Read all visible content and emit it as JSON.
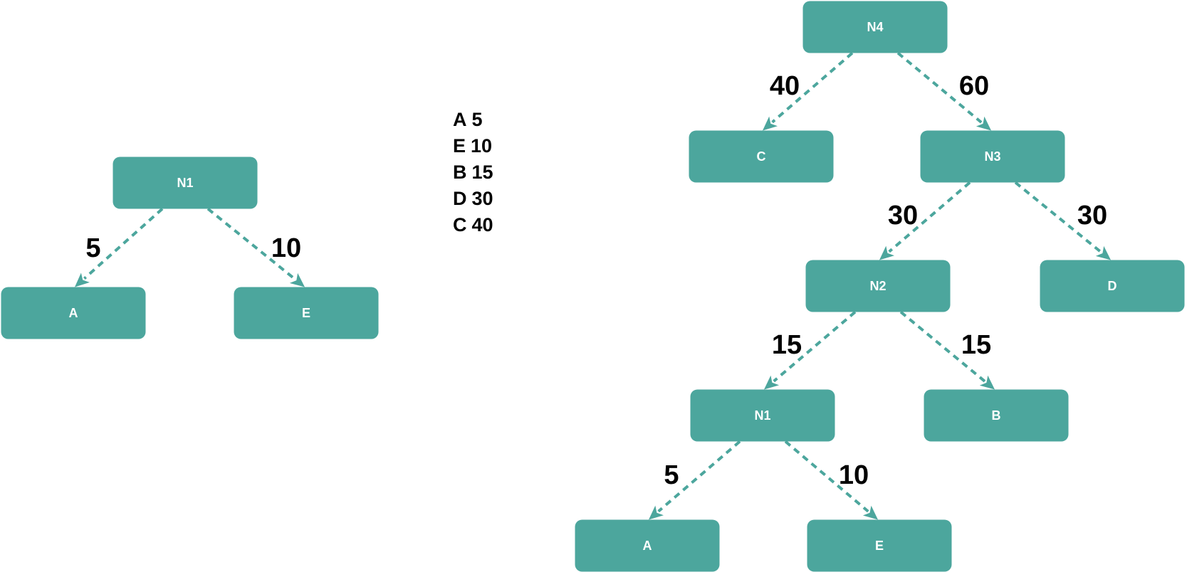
{
  "colors": {
    "node_fill": "#4ca69d",
    "node_text": "#ffffff",
    "edge": "#4ca69d",
    "label": "#000000"
  },
  "frequency_table": [
    {
      "symbol": "A",
      "value": "5"
    },
    {
      "symbol": "E",
      "value": "10"
    },
    {
      "symbol": "B",
      "value": "15"
    },
    {
      "symbol": "D",
      "value": "30"
    },
    {
      "symbol": "C",
      "value": "40"
    }
  ],
  "small_tree": {
    "nodes": [
      {
        "id": "s_n1",
        "label": "N1"
      },
      {
        "id": "s_a",
        "label": "A"
      },
      {
        "id": "s_e",
        "label": "E"
      }
    ],
    "edges": [
      {
        "from": "s_n1",
        "to": "s_a",
        "weight": "5"
      },
      {
        "from": "s_n1",
        "to": "s_e",
        "weight": "10"
      }
    ]
  },
  "large_tree": {
    "nodes": [
      {
        "id": "n4",
        "label": "N4"
      },
      {
        "id": "c",
        "label": "C"
      },
      {
        "id": "n3",
        "label": "N3"
      },
      {
        "id": "n2",
        "label": "N2"
      },
      {
        "id": "d",
        "label": "D"
      },
      {
        "id": "n1",
        "label": "N1"
      },
      {
        "id": "b",
        "label": "B"
      },
      {
        "id": "a",
        "label": "A"
      },
      {
        "id": "e",
        "label": "E"
      }
    ],
    "edges": [
      {
        "from": "n4",
        "to": "c",
        "weight": "40"
      },
      {
        "from": "n4",
        "to": "n3",
        "weight": "60"
      },
      {
        "from": "n3",
        "to": "n2",
        "weight": "30"
      },
      {
        "from": "n3",
        "to": "d",
        "weight": "30"
      },
      {
        "from": "n2",
        "to": "n1",
        "weight": "15"
      },
      {
        "from": "n2",
        "to": "b",
        "weight": "15"
      },
      {
        "from": "n1",
        "to": "a",
        "weight": "5"
      },
      {
        "from": "n1",
        "to": "e",
        "weight": "10"
      }
    ]
  }
}
